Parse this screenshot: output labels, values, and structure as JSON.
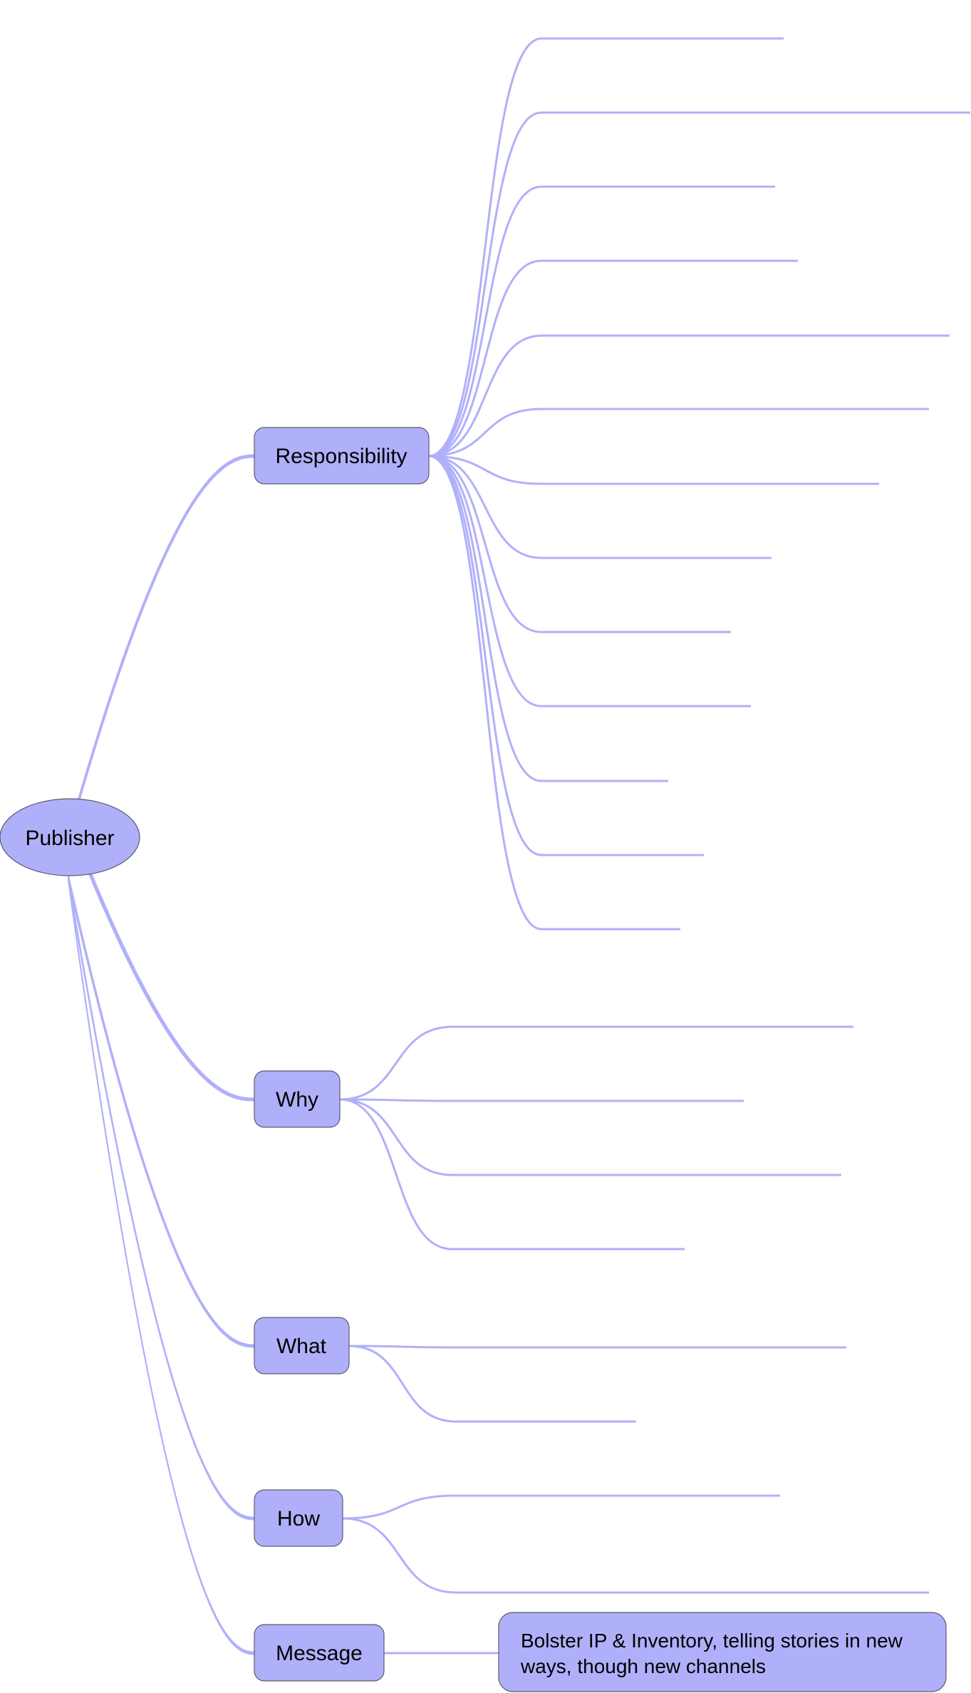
{
  "colors": {
    "node_fill": "#b0b0fa",
    "node_border": "#5a5a6e",
    "connector": "#b0b0fa"
  },
  "root": {
    "label": "Publisher"
  },
  "branches": [
    {
      "id": "responsibility",
      "label": "Responsibility",
      "leaf_count": 13
    },
    {
      "id": "why",
      "label": "Why",
      "leaf_count": 4
    },
    {
      "id": "what",
      "label": "What",
      "leaf_count": 2
    },
    {
      "id": "how",
      "label": "How",
      "leaf_count": 2
    },
    {
      "id": "message",
      "label": "Message",
      "leaf_count": 1
    }
  ],
  "message_leaf": {
    "lines": [
      "Bolster IP & Inventory, telling stories in new",
      "ways, though new channels"
    ]
  }
}
